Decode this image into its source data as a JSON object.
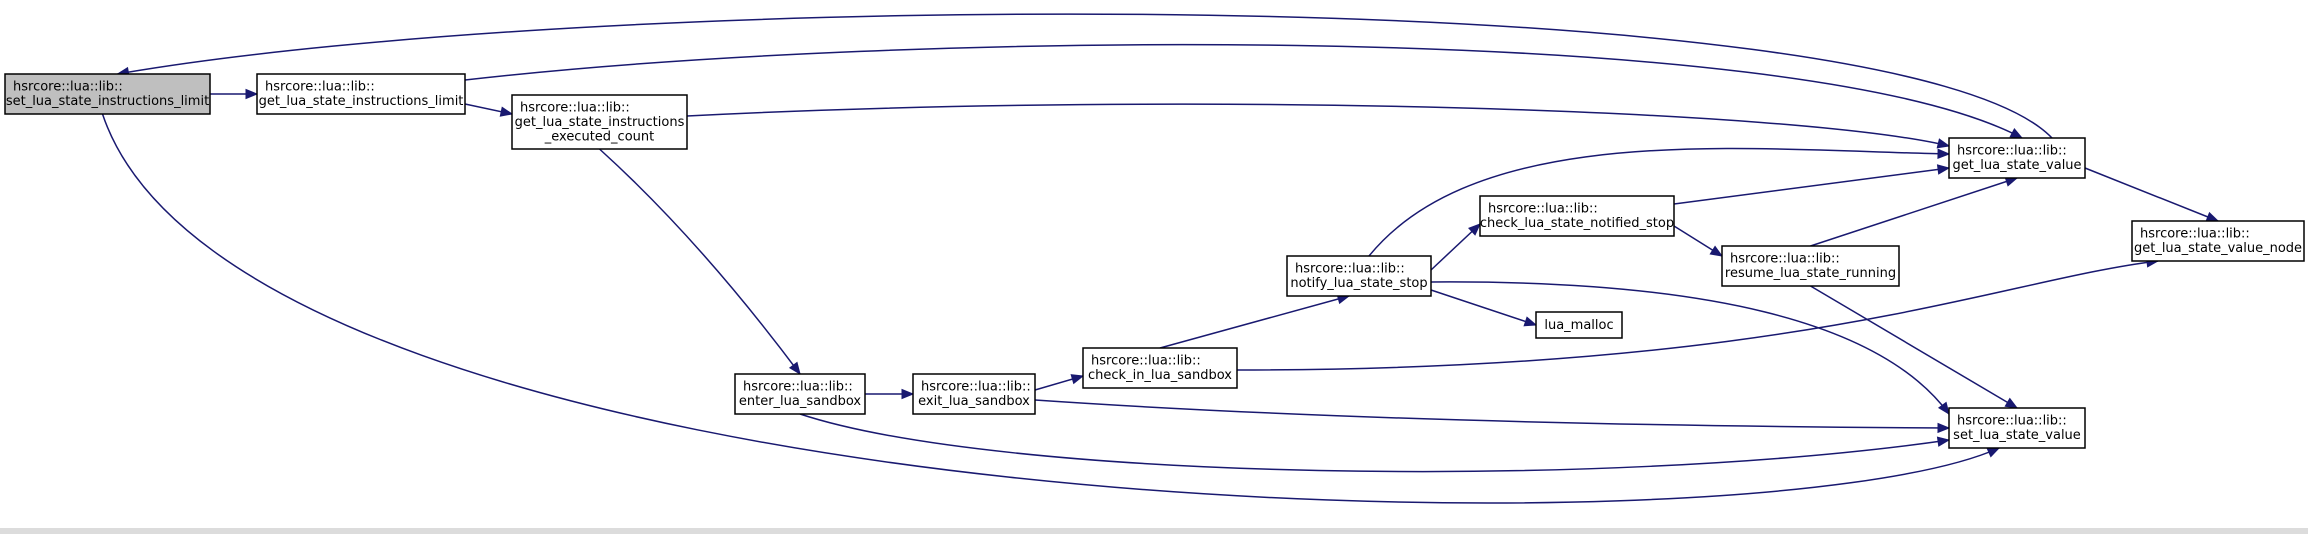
{
  "nodes": [
    {
      "id": "set_limit",
      "lines": [
        "hsrcore::lua::lib::",
        "set_lua_state_instructions_limit"
      ],
      "fill": "#bfbfbf"
    },
    {
      "id": "get_limit",
      "lines": [
        "hsrcore::lua::lib::",
        "get_lua_state_instructions_limit"
      ],
      "fill": "#ffffff"
    },
    {
      "id": "get_exec",
      "lines": [
        "hsrcore::lua::lib::",
        "get_lua_state_instructions",
        "_executed_count"
      ],
      "fill": "#ffffff"
    },
    {
      "id": "enter",
      "lines": [
        "hsrcore::lua::lib::",
        "enter_lua_sandbox"
      ],
      "fill": "#ffffff"
    },
    {
      "id": "exit",
      "lines": [
        "hsrcore::lua::lib::",
        "exit_lua_sandbox"
      ],
      "fill": "#ffffff"
    },
    {
      "id": "check_in",
      "lines": [
        "hsrcore::lua::lib::",
        "check_in_lua_sandbox"
      ],
      "fill": "#ffffff"
    },
    {
      "id": "notify",
      "lines": [
        "hsrcore::lua::lib::",
        "notify_lua_state_stop"
      ],
      "fill": "#ffffff"
    },
    {
      "id": "check_notified",
      "lines": [
        "hsrcore::lua::lib::",
        "check_lua_state_notified_stop"
      ],
      "fill": "#ffffff"
    },
    {
      "id": "lua_malloc",
      "lines": [
        "lua_malloc"
      ],
      "fill": "#ffffff"
    },
    {
      "id": "resume",
      "lines": [
        "hsrcore::lua::lib::",
        "resume_lua_state_running"
      ],
      "fill": "#ffffff"
    },
    {
      "id": "get_value",
      "lines": [
        "hsrcore::lua::lib::",
        "get_lua_state_value"
      ],
      "fill": "#ffffff"
    },
    {
      "id": "get_value_node",
      "lines": [
        "hsrcore::lua::lib::",
        "get_lua_state_value_node"
      ],
      "fill": "#ffffff"
    },
    {
      "id": "set_value",
      "lines": [
        "hsrcore::lua::lib::",
        "set_lua_state_value"
      ],
      "fill": "#ffffff"
    }
  ],
  "edges": [
    {
      "from": "set_limit",
      "to": "get_limit"
    },
    {
      "from": "set_limit",
      "to": "set_value"
    },
    {
      "from": "get_limit",
      "to": "get_exec"
    },
    {
      "from": "get_limit",
      "to": "get_value"
    },
    {
      "from": "get_exec",
      "to": "enter"
    },
    {
      "from": "get_exec",
      "to": "get_value"
    },
    {
      "from": "enter",
      "to": "exit"
    },
    {
      "from": "enter",
      "to": "set_value"
    },
    {
      "from": "exit",
      "to": "check_in"
    },
    {
      "from": "exit",
      "to": "set_value"
    },
    {
      "from": "check_in",
      "to": "notify"
    },
    {
      "from": "check_in",
      "to": "get_value_node"
    },
    {
      "from": "notify",
      "to": "check_notified"
    },
    {
      "from": "notify",
      "to": "lua_malloc"
    },
    {
      "from": "notify",
      "to": "get_value"
    },
    {
      "from": "notify",
      "to": "set_value"
    },
    {
      "from": "check_notified",
      "to": "resume"
    },
    {
      "from": "check_notified",
      "to": "get_value"
    },
    {
      "from": "resume",
      "to": "get_value"
    },
    {
      "from": "resume",
      "to": "set_value"
    },
    {
      "from": "get_value",
      "to": "get_value_node"
    },
    {
      "from": "get_value",
      "to": "set_limit"
    }
  ]
}
